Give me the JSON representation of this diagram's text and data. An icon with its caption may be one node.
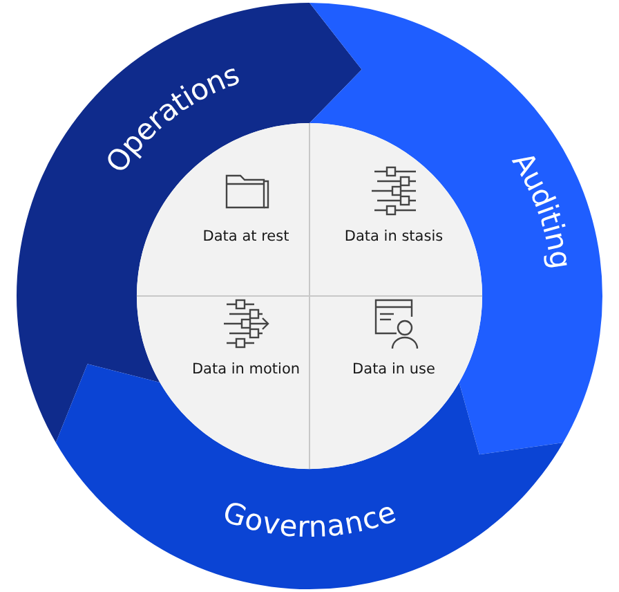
{
  "diagram": {
    "nodes": [
      {
        "text": [
          "Operations"
        ]
      },
      {
        "text": [
          "Auditing"
        ]
      },
      {
        "text": [
          "Governance"
        ]
      },
      {
        "text": [],
        "shape": "circle"
      },
      {
        "text": [
          "Data at rest"
        ],
        "in": 3
      },
      {
        "text": [
          "Data in stasis"
        ],
        "in": 3
      },
      {
        "text": [
          "Data in motion"
        ],
        "in": 3
      },
      {
        "text": [
          "Data in use"
        ],
        "in": 3
      }
    ]
  }
}
